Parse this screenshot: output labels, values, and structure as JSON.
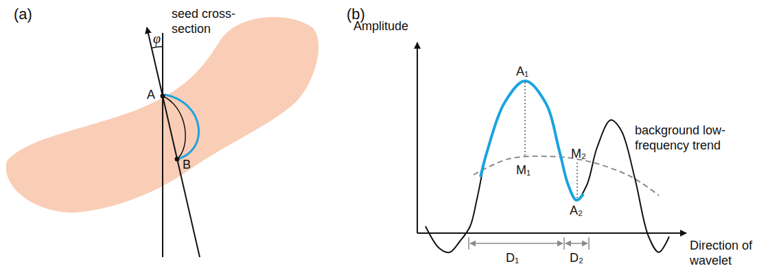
{
  "diagram": {
    "labels": [
      "(a)",
      "seed cross-section",
      "φ",
      "A",
      "B",
      "(b)",
      "Amplitude",
      "A₁",
      "M₁",
      "M₂",
      "A₂",
      "D₁",
      "D₂",
      "background low-frequency trend",
      "Direction of wavelet"
    ]
  }
}
